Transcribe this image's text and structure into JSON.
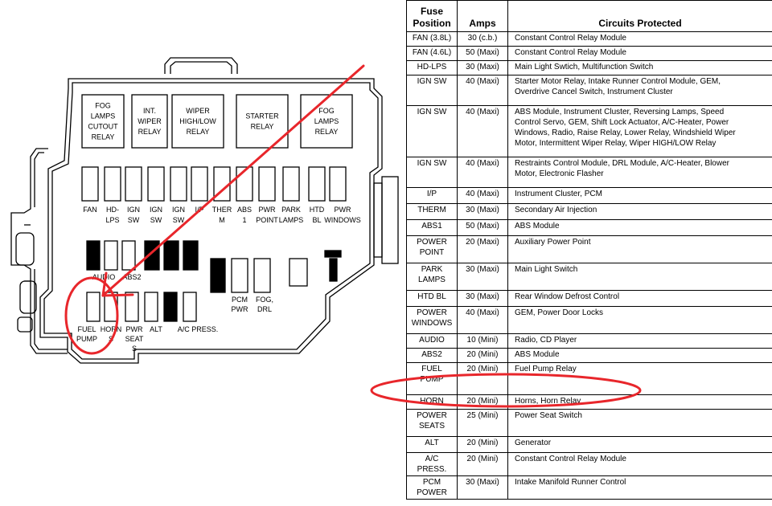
{
  "diagram": {
    "relays": [
      {
        "lines": [
          "FOG",
          "LAMPS",
          "CUTOUT",
          "RELAY"
        ]
      },
      {
        "lines": [
          "INT.",
          "WIPER",
          "RELAY"
        ]
      },
      {
        "lines": [
          "WIPER",
          "HIGH/LOW",
          "RELAY"
        ]
      },
      {
        "lines": [
          "STARTER",
          "RELAY"
        ]
      },
      {
        "lines": [
          "FOG",
          "LAMPS",
          "RELAY"
        ]
      }
    ],
    "maxi_fuse_labels": [
      {
        "lines": [
          "FAN"
        ]
      },
      {
        "lines": [
          "HD-",
          "LPS"
        ]
      },
      {
        "lines": [
          "IGN",
          "SW"
        ]
      },
      {
        "lines": [
          "IGN",
          "SW"
        ]
      },
      {
        "lines": [
          "IGN",
          "SW"
        ]
      },
      {
        "lines": [
          "I/P"
        ]
      },
      {
        "lines": [
          "THER",
          "M"
        ]
      },
      {
        "lines": [
          "ABS",
          "1"
        ]
      },
      {
        "lines": [
          "PWR",
          "POINT"
        ]
      },
      {
        "lines": [
          "PARK",
          "LAMPS"
        ]
      },
      {
        "lines": [
          "HTD",
          "BL"
        ]
      },
      {
        "lines": [
          "PWR",
          "WINDOWS"
        ]
      }
    ],
    "mini_labels_top": [
      {
        "text": "AUDIO"
      },
      {
        "text": "ABS2"
      }
    ],
    "mini_labels_bottom": [
      {
        "lines": [
          "FUEL",
          "PUMP"
        ]
      },
      {
        "lines": [
          "HORN",
          "S"
        ]
      },
      {
        "lines": [
          "PWR",
          "SEAT",
          "S"
        ]
      },
      {
        "lines": [
          "ALT"
        ]
      },
      {
        "lines": [
          "A/C PRESS."
        ]
      }
    ],
    "pcm_pwr": [
      "PCM",
      "PWR"
    ],
    "fog_drl": [
      "FOG,",
      "DRL"
    ]
  },
  "table": {
    "headers": [
      {
        "text": "Fuse\nPosition"
      },
      {
        "text": "Amps"
      },
      {
        "text": "Circuits Protected"
      }
    ],
    "rows": [
      {
        "pos": "FAN (3.8L)",
        "amps": "30 (c.b.)",
        "circ": "Constant Control Relay Module"
      },
      {
        "pos": "FAN (4.6L)",
        "amps": "50 (Maxi)",
        "circ": "Constant Control Relay Module"
      },
      {
        "pos": "HD-LPS",
        "amps": "30 (Maxi)",
        "circ": "Main Light Swtich, Multifunction Switch"
      },
      {
        "pos": "IGN SW",
        "amps": "40 (Maxi)",
        "circ": "Starter Motor Relay, Intake Runner Control Module, GEM,\nOverdrive Cancel Switch, Instrument Cluster"
      },
      {
        "pos": "IGN SW",
        "amps": "40 (Maxi)",
        "circ": "ABS Module, Instrument Cluster, Reversing Lamps, Speed\nControl Servo, GEM, Shift Lock Actuator, A/C-Heater, Power\nWindows, Radio, Raise Relay, Lower Relay, Windshield Wiper\nMotor, Intermittent Wiper Relay, Wiper HIGH/LOW Relay"
      },
      {
        "pos": "IGN SW",
        "amps": "40 (Maxi)",
        "circ": "Restraints Control Module, DRL Module, A/C-Heater, Blower\nMotor, Electronic Flasher"
      },
      {
        "pos": "I/P",
        "amps": "40 (Maxi)",
        "circ": "Instrument Cluster, PCM"
      },
      {
        "pos": "THERM",
        "amps": "30 (Maxi)",
        "circ": "Secondary Air Injection"
      },
      {
        "pos": "ABS1",
        "amps": "50 (Maxi)",
        "circ": "ABS Module"
      },
      {
        "pos": "POWER\nPOINT",
        "amps": "20 (Maxi)",
        "circ": "Auxiliary Power Point"
      },
      {
        "pos": "PARK\nLAMPS",
        "amps": "30 (Maxi)",
        "circ": "Main Light Switch"
      },
      {
        "pos": "HTD BL",
        "amps": "30 (Maxi)",
        "circ": "Rear Window Defrost Control"
      },
      {
        "pos": "POWER\nWINDOWS",
        "amps": "40 (Maxi)",
        "circ": "GEM, Power Door Locks"
      },
      {
        "pos": "AUDIO",
        "amps": "10 (Mini)",
        "circ": "Radio, CD Player"
      },
      {
        "pos": "ABS2",
        "amps": "20 (Mini)",
        "circ": "ABS Module"
      },
      {
        "pos": "FUEL\nPUMP",
        "amps": "20 (Mini)",
        "circ": "Fuel Pump Relay"
      },
      {
        "pos": "HORN",
        "amps": "20 (Mini)",
        "circ": "Horns, Horn Relay"
      },
      {
        "pos": "POWER\nSEATS",
        "amps": "25 (Mini)",
        "circ": "Power Seat Switch"
      },
      {
        "pos": "ALT",
        "amps": "20 (Mini)",
        "circ": "Generator"
      },
      {
        "pos": "A/C PRESS.",
        "amps": "20 (Mini)",
        "circ": "Constant Control Relay Module"
      },
      {
        "pos": "PCM\nPOWER",
        "amps": "30 (Maxi)",
        "circ": "Intake Manifold Runner Control"
      }
    ]
  },
  "annotation": {
    "color": "#e8262b"
  }
}
